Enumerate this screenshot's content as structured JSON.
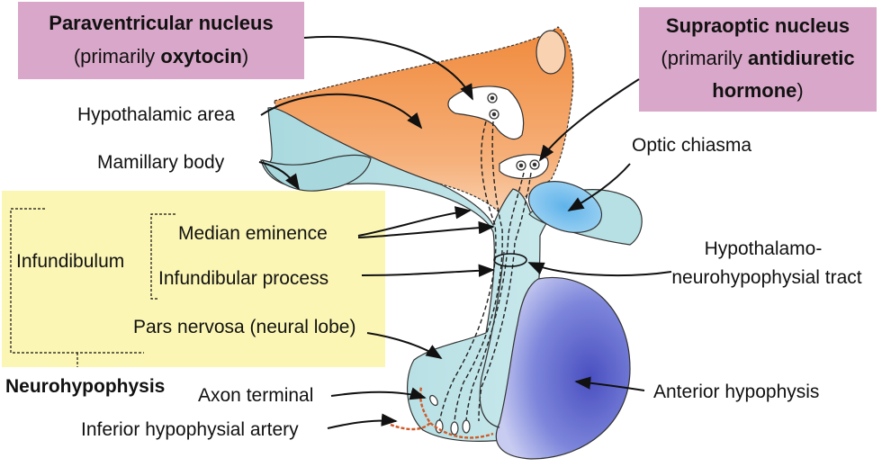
{
  "labels": {
    "paraventricular_title": "Paraventricular nucleus",
    "paraventricular_pre": "(primarily ",
    "paraventricular_hormone": "oxytocin",
    "paraventricular_post": ")",
    "supraoptic_title": "Supraoptic nucleus",
    "supraoptic_pre": "(primarily ",
    "supraoptic_hormone_1": "antidiuretic",
    "supraoptic_hormone_2": "hormone",
    "supraoptic_post": ")",
    "hypothalamic_area": "Hypothalamic area",
    "mamillary_body": "Mamillary body",
    "optic_chiasma": "Optic chiasma",
    "median_eminence": "Median eminence",
    "infundibulum": "Infundibulum",
    "infundibular_process": "Infundibular process",
    "tract_1": "Hypothalamo-",
    "tract_2": "neurohypophysial tract",
    "pars_nervosa": "Pars nervosa (neural lobe)",
    "neurohypophysis": "Neurohypophysis",
    "axon_terminal": "Axon terminal",
    "inferior_artery": "Inferior hypophysial artery",
    "anterior_hypophysis": "Anterior hypophysis"
  },
  "colors": {
    "label_box_purple": "#d9a7c9",
    "highlight_yellow": "#fbf6b4",
    "hypothalamus_orange": "#f4a86a",
    "neural_blue": "#b6e0e4",
    "anterior_blue": "#6a72d2",
    "optic_blue": "#84c4ee",
    "artery_red": "#d05a2a"
  }
}
